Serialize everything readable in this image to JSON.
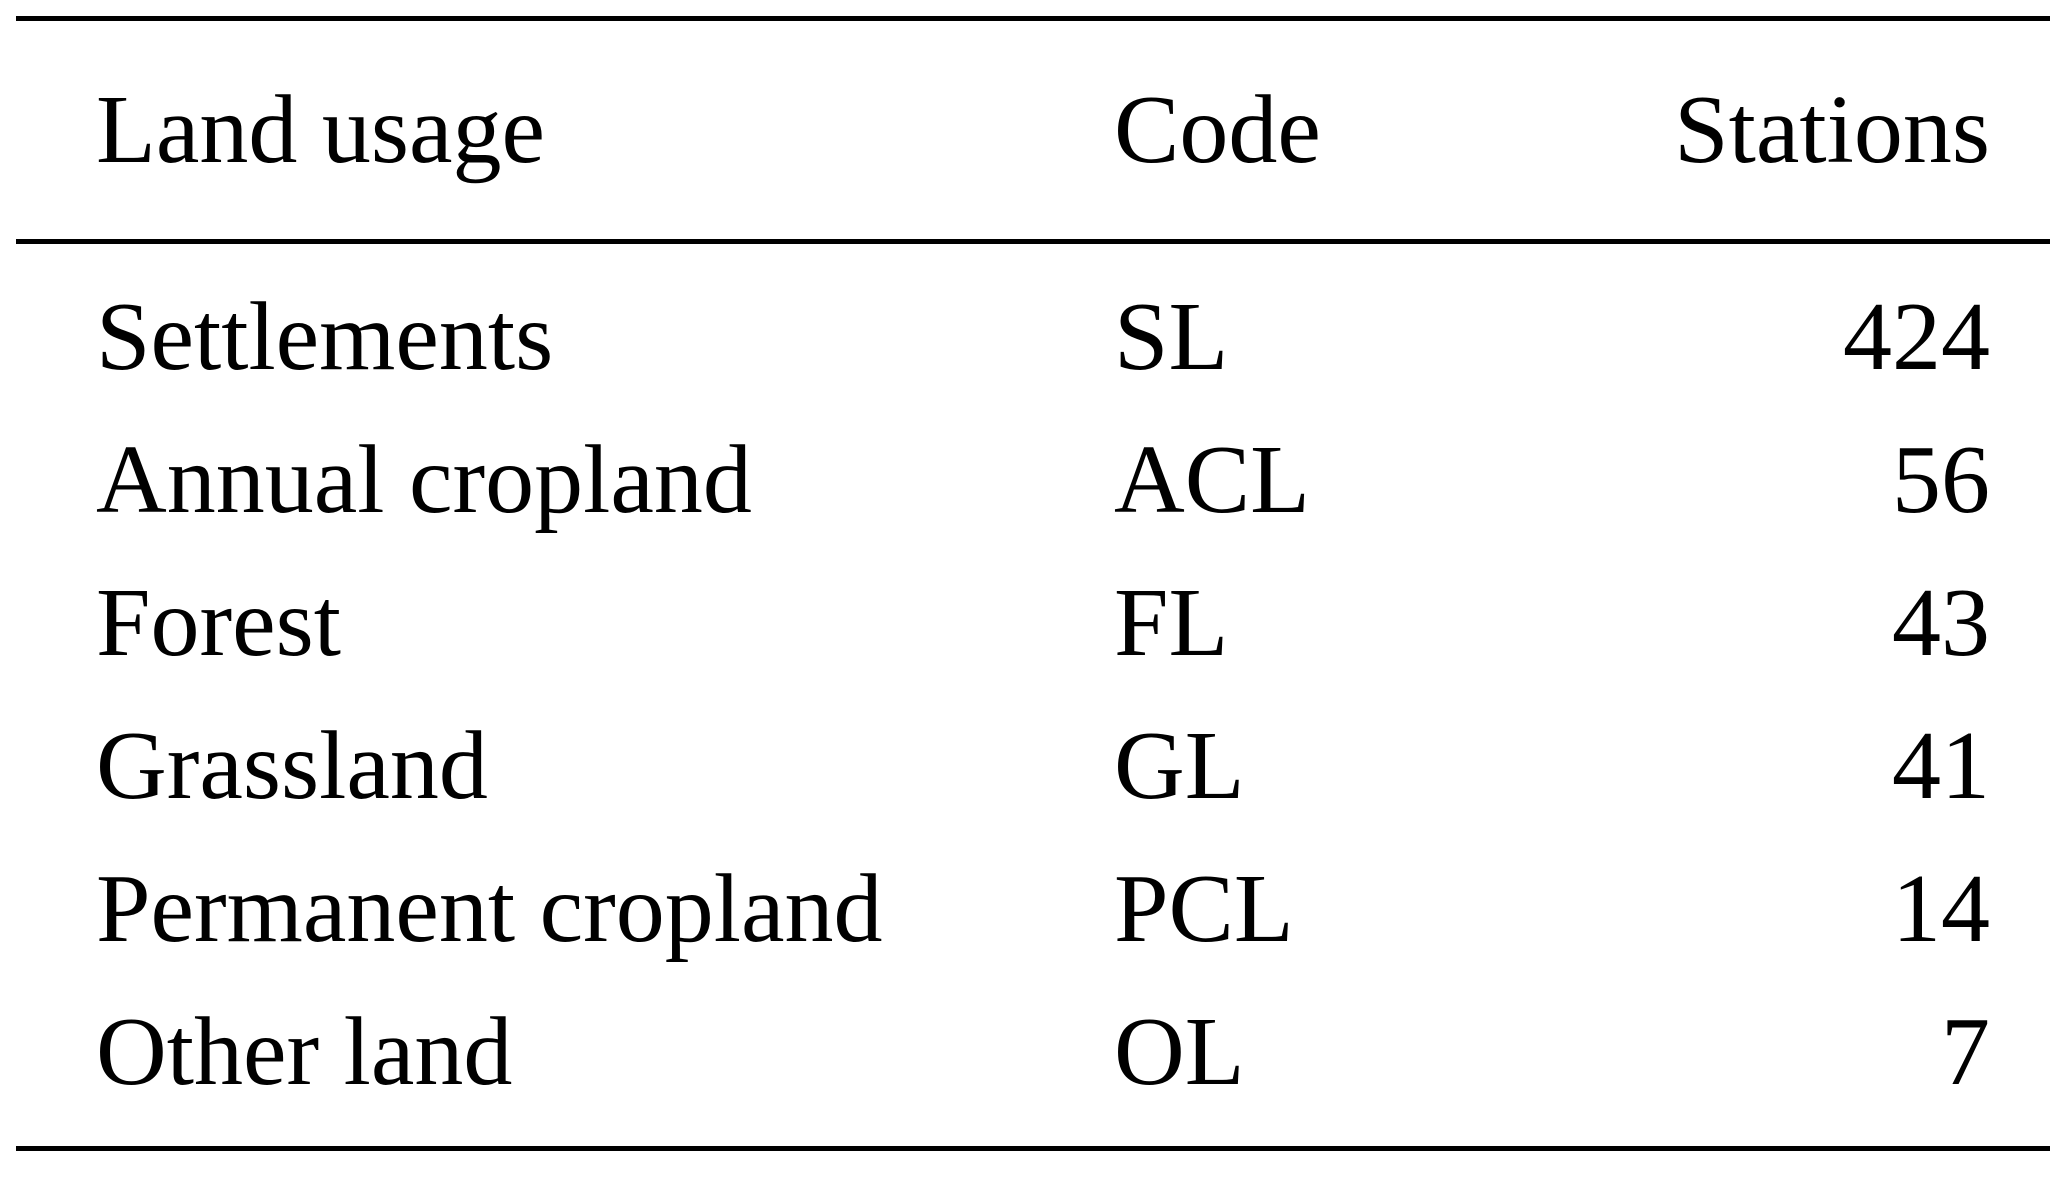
{
  "table": {
    "headers": {
      "land_usage": "Land usage",
      "code": "Code",
      "stations": "Stations"
    },
    "rows": [
      {
        "land_usage": "Settlements",
        "code": "SL",
        "stations": "424"
      },
      {
        "land_usage": "Annual cropland",
        "code": "ACL",
        "stations": "56"
      },
      {
        "land_usage": "Forest",
        "code": "FL",
        "stations": "43"
      },
      {
        "land_usage": "Grassland",
        "code": "GL",
        "stations": "41"
      },
      {
        "land_usage": "Permanent cropland",
        "code": "PCL",
        "stations": "14"
      },
      {
        "land_usage": "Other land",
        "code": "OL",
        "stations": "7"
      }
    ]
  }
}
